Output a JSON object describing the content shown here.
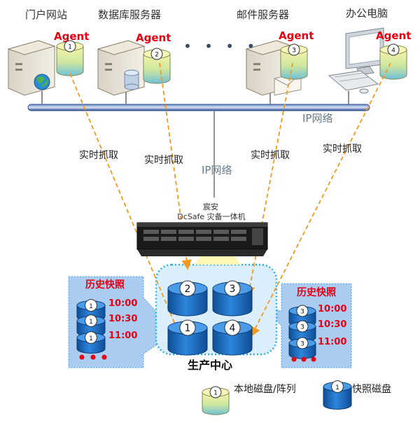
{
  "hosts": [
    {
      "name": "门户网站",
      "agent": "Agent",
      "disk_number": "1"
    },
    {
      "name": "数据库服务器",
      "agent": "Agent",
      "disk_number": "2"
    },
    {
      "name": "邮件服务器",
      "agent": "Agent",
      "disk_number": "3"
    },
    {
      "name": "办公电脑",
      "agent": "Agent",
      "disk_number": "4"
    }
  ],
  "ellipsis": "• • • •",
  "network": {
    "ip_label_right": "IP网络",
    "ip_label_center": "IP网络"
  },
  "capture_labels": [
    "实时抓取",
    "实时抓取",
    "实时抓取",
    "实时抓取"
  ],
  "appliance": {
    "line1": "宸安",
    "line2": "DcSafe 灾备一体机"
  },
  "production_center": {
    "title": "生产中心",
    "disks": [
      "2",
      "3",
      "1",
      "4"
    ]
  },
  "snapshots_left": {
    "title": "历史快照",
    "disk_number": "1",
    "times": [
      "10:00",
      "10:30",
      "11:00"
    ]
  },
  "snapshots_right": {
    "title": "历史快照",
    "disk_number": "3",
    "times": [
      "10:00",
      "10:30",
      "11:00"
    ]
  },
  "legend": {
    "local_disk": {
      "label": "本地磁盘/阵列",
      "number": "1"
    },
    "snapshot_disk": {
      "label": "快照磁盘",
      "number": "1"
    }
  },
  "colors": {
    "agent_red": "#e60012",
    "arrow_orange": "#f39a1e",
    "snapshot_panel": "#a9ccf0",
    "center_zone": "#dbeefc",
    "disk_blue": "#1f6fc5",
    "bus_blue": "#2b4b8c"
  }
}
